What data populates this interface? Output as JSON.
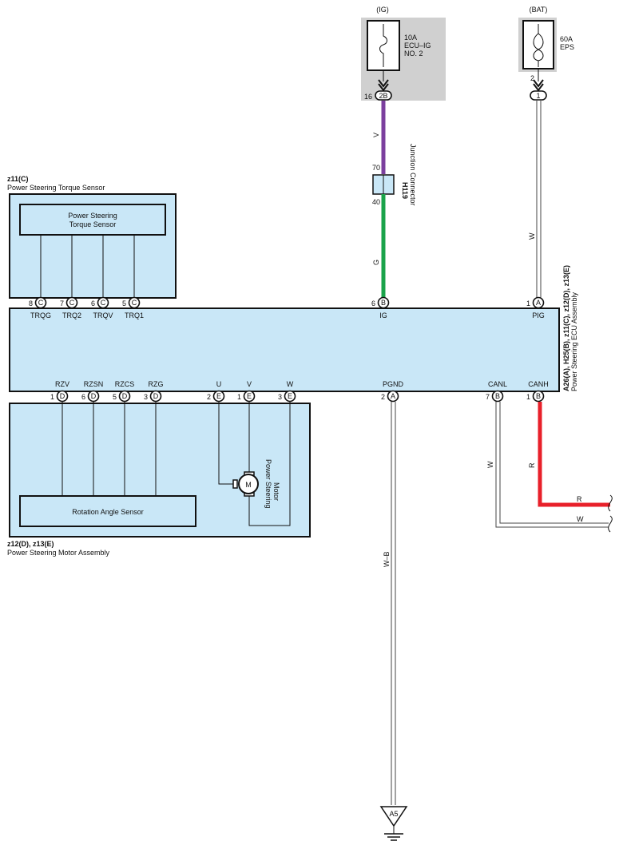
{
  "fuses": {
    "ig": {
      "supply": "(IG)",
      "rating": "10A",
      "name_line1": "ECU–IG",
      "name_line2": "NO. 2",
      "pin": "16",
      "connector": "2B"
    },
    "bat": {
      "supply": "(BAT)",
      "rating": "60A",
      "name": "EPS",
      "pin": "2",
      "connector": "1"
    }
  },
  "junction": {
    "code": "H119",
    "name": "Junction Connector",
    "pin_top": "70",
    "pin_bottom": "40"
  },
  "torque_sensor": {
    "code": "z11(C)",
    "name": "Power Steering Torque Sensor",
    "inner_line1": "Power Steering",
    "inner_line2": "Torque Sensor"
  },
  "ecu": {
    "codes": "A26(A), H25(B), z11(C), z12(D), z13(E)",
    "name": "Power Steering ECU Assembly",
    "top_pins": [
      {
        "label": "TRQG",
        "num": "8",
        "conn": "C"
      },
      {
        "label": "TRQ2",
        "num": "7",
        "conn": "C"
      },
      {
        "label": "TRQV",
        "num": "6",
        "conn": "C"
      },
      {
        "label": "TRQ1",
        "num": "5",
        "conn": "C"
      },
      {
        "label": "IG",
        "num": "6",
        "conn": "B"
      },
      {
        "label": "PIG",
        "num": "1",
        "conn": "A"
      }
    ],
    "bottom_pins": [
      {
        "label": "RZV",
        "num": "1",
        "conn": "D"
      },
      {
        "label": "RZSN",
        "num": "6",
        "conn": "D"
      },
      {
        "label": "RZCS",
        "num": "5",
        "conn": "D"
      },
      {
        "label": "RZG",
        "num": "3",
        "conn": "D"
      },
      {
        "label": "U",
        "num": "2",
        "conn": "E"
      },
      {
        "label": "V",
        "num": "1",
        "conn": "E"
      },
      {
        "label": "W",
        "num": "3",
        "conn": "E"
      },
      {
        "label": "PGND",
        "num": "2",
        "conn": "A"
      },
      {
        "label": "CANL",
        "num": "7",
        "conn": "B"
      },
      {
        "label": "CANH",
        "num": "1",
        "conn": "B"
      }
    ]
  },
  "motor_assembly": {
    "code": "z12(D), z13(E)",
    "name": "Power Steering Motor Assembly",
    "rotation_sensor": "Rotation Angle Sensor",
    "motor_symbol": "M",
    "motor_line1": "Power Steering",
    "motor_line2": "Motor"
  },
  "wires": {
    "ig_upper": "V",
    "ig_lower": "G",
    "pig": "W",
    "ground": "W–B",
    "canh_vertical": "R",
    "canh_horizontal": "R",
    "canl_vertical": "W",
    "canl_horizontal": "W"
  },
  "ground_point": "A5",
  "colors": {
    "violet": "#7b3f9e",
    "green": "#1aa34a",
    "red": "#e8202a",
    "box_fill": "#c9e7f7",
    "fuse_shade": "#d0d0d0"
  }
}
